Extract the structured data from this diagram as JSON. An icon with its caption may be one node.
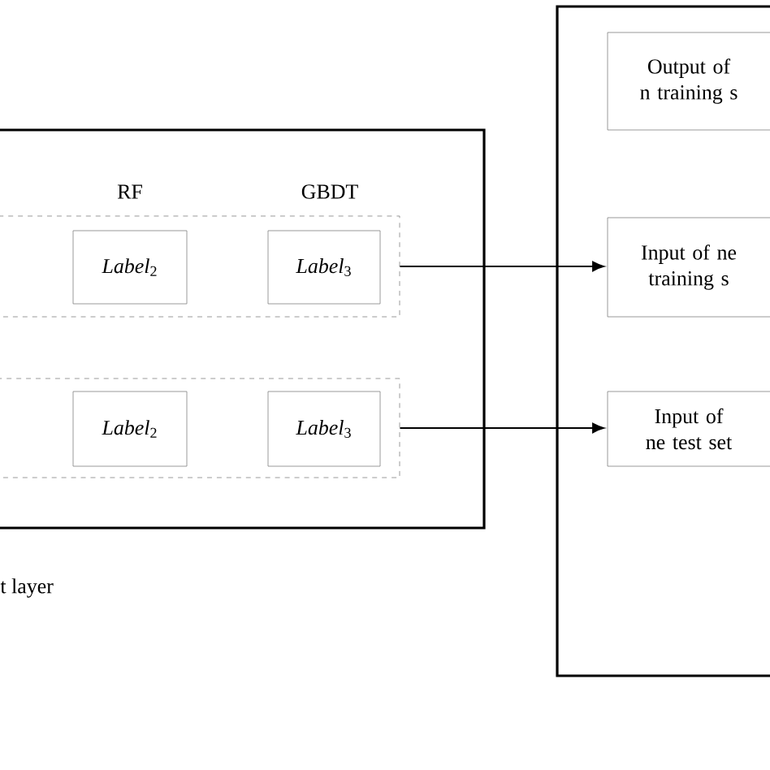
{
  "diagram": {
    "nodes": [
      {
        "text": [],
        "shape": "box"
      },
      {
        "text": [],
        "shape": "box",
        "in": 0
      },
      {
        "text": [
          "*Label*$_{2}$"
        ],
        "in": 1
      },
      {
        "text": [
          "*Label*$_{3}$"
        ],
        "in": 1
      },
      {
        "text": [],
        "shape": "box",
        "in": 0
      },
      {
        "text": [
          "*Label*$_{2}$"
        ],
        "in": 4
      },
      {
        "text": [
          "*Label*$_{3}$"
        ],
        "in": 4
      },
      {
        "text": [],
        "shape": "box"
      },
      {
        "text": [
          "Output of n training s"
        ],
        "in": 7
      },
      {
        "text": [
          "Input of ne training s"
        ],
        "in": 7
      },
      {
        "text": [
          "Input of ne test set"
        ],
        "in": 7
      }
    ],
    "edges": [
      {
        "from": 1,
        "to": 9,
        "arrow": "to"
      },
      {
        "from": 4,
        "to": 10,
        "arrow": "to"
      }
    ],
    "labels": [
      "RF",
      "GBDT",
      "t layer"
    ]
  }
}
